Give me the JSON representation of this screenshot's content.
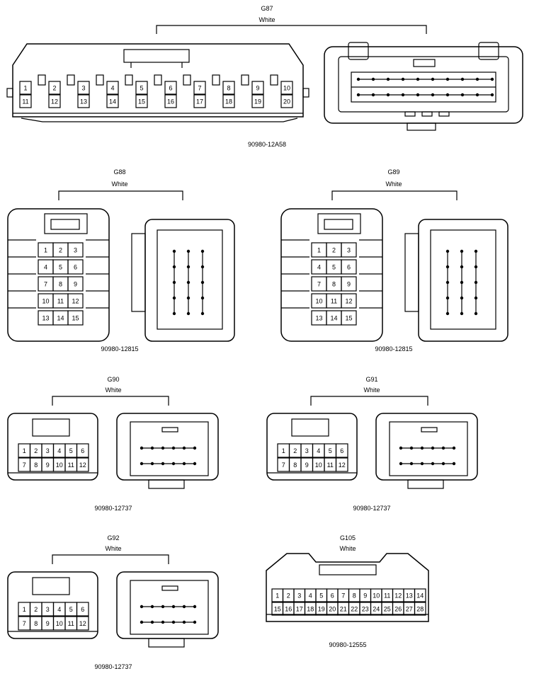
{
  "connectors": [
    {
      "id": "G87",
      "color": "White",
      "part": "90980-12A58",
      "pins_top": [
        "1",
        "2",
        "3",
        "4",
        "5",
        "6",
        "7",
        "8",
        "9",
        "10"
      ],
      "pins_bottom": [
        "11",
        "12",
        "13",
        "14",
        "15",
        "16",
        "17",
        "18",
        "19",
        "20"
      ]
    },
    {
      "id": "G88",
      "color": "White",
      "part": "90980-12815",
      "pin_rows": [
        [
          "1",
          "2",
          "3"
        ],
        [
          "4",
          "5",
          "6"
        ],
        [
          "7",
          "8",
          "9"
        ],
        [
          "10",
          "11",
          "12"
        ],
        [
          "13",
          "14",
          "15"
        ]
      ]
    },
    {
      "id": "G89",
      "color": "White",
      "part": "90980-12815",
      "pin_rows": [
        [
          "1",
          "2",
          "3"
        ],
        [
          "4",
          "5",
          "6"
        ],
        [
          "7",
          "8",
          "9"
        ],
        [
          "10",
          "11",
          "12"
        ],
        [
          "13",
          "14",
          "15"
        ]
      ]
    },
    {
      "id": "G90",
      "color": "White",
      "part": "90980-12737",
      "pin_rows": [
        [
          "1",
          "2",
          "3",
          "4",
          "5",
          "6"
        ],
        [
          "7",
          "8",
          "9",
          "10",
          "11",
          "12"
        ]
      ]
    },
    {
      "id": "G91",
      "color": "White",
      "part": "90980-12737",
      "pin_rows": [
        [
          "1",
          "2",
          "3",
          "4",
          "5",
          "6"
        ],
        [
          "7",
          "8",
          "9",
          "10",
          "11",
          "12"
        ]
      ]
    },
    {
      "id": "G92",
      "color": "White",
      "part": "90980-12737",
      "pin_rows": [
        [
          "1",
          "2",
          "3",
          "4",
          "5",
          "6"
        ],
        [
          "7",
          "8",
          "9",
          "10",
          "11",
          "12"
        ]
      ]
    },
    {
      "id": "G105",
      "color": "White",
      "part": "90980-12555",
      "pin_rows": [
        [
          "1",
          "2",
          "3",
          "4",
          "5",
          "6",
          "7",
          "8",
          "9",
          "10",
          "11",
          "12",
          "13",
          "14"
        ],
        [
          "15",
          "16",
          "17",
          "18",
          "19",
          "20",
          "21",
          "22",
          "23",
          "24",
          "25",
          "26",
          "27",
          "28"
        ]
      ]
    }
  ]
}
